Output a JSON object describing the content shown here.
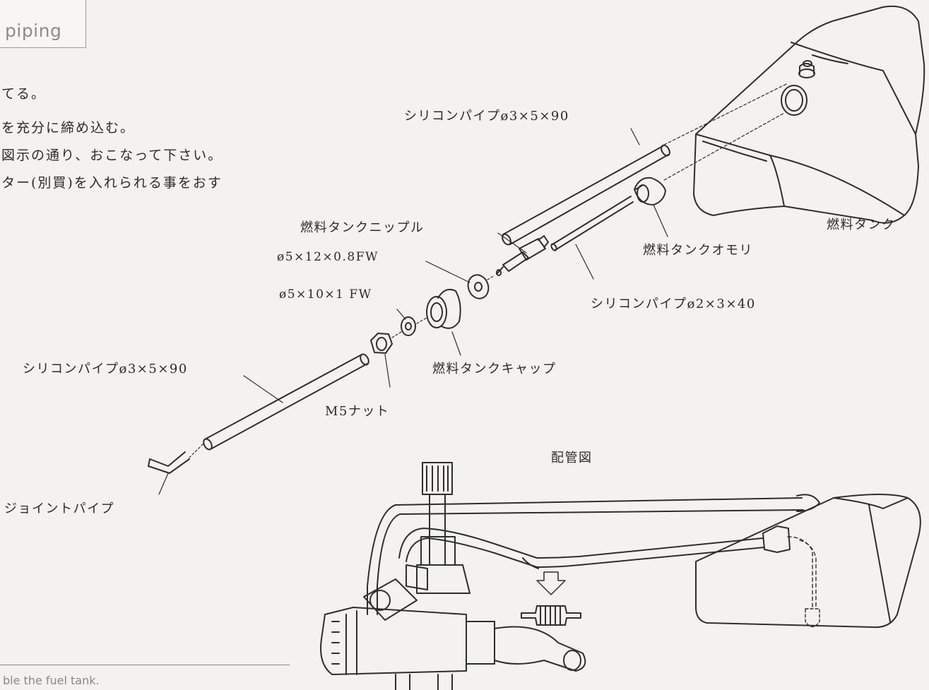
{
  "heading": {
    "title": "piping"
  },
  "instructions": [
    "てる。",
    "を充分に締め込む。",
    "図示の通り、おこなって下さい。",
    "ター(別買)を入れられる事をおす"
  ],
  "labels": {
    "silicone_pipe_top": "シリコンパイプø3×5×90",
    "fuel_tank": "燃料タンク",
    "fuel_tank_weight": "燃料タンクオモリ",
    "fuel_tank_nipple": "燃料タンクニップル",
    "washer_12": "ø5×12×0.8FW",
    "washer_10": "ø5×10×1 FW",
    "silicone_pipe_small": "シリコンパイプø2×3×40",
    "silicone_pipe_left": "シリコンパイプø3×5×90",
    "fuel_tank_cap": "燃料タンクキャップ",
    "m5_nut": "M5ナット",
    "joint_pipe": "ジョイントパイプ",
    "piping_diagram": "配管図"
  },
  "footer": {
    "text": "ble the fuel tank."
  }
}
